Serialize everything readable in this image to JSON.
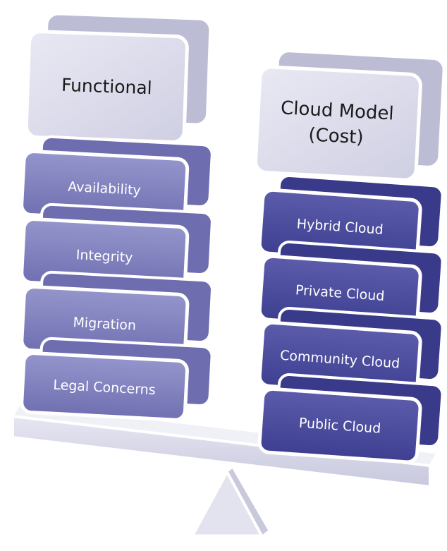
{
  "left_column": {
    "header": "Functional",
    "items": [
      "Availability",
      "Integrity",
      "Migration",
      "Legal Concerns"
    ]
  },
  "right_column": {
    "header_line1": "Cloud Model",
    "header_line2": "(Cost)",
    "items": [
      "Hybrid Cloud",
      "Private Cloud",
      "Community Cloud",
      "Public Cloud"
    ]
  },
  "colors": {
    "header_block": "#dcdcec",
    "left_block": "#8585c0",
    "right_block": "#4d4d9e",
    "beam": "#d8d8ea",
    "fulcrum": "#e0e0ee"
  }
}
